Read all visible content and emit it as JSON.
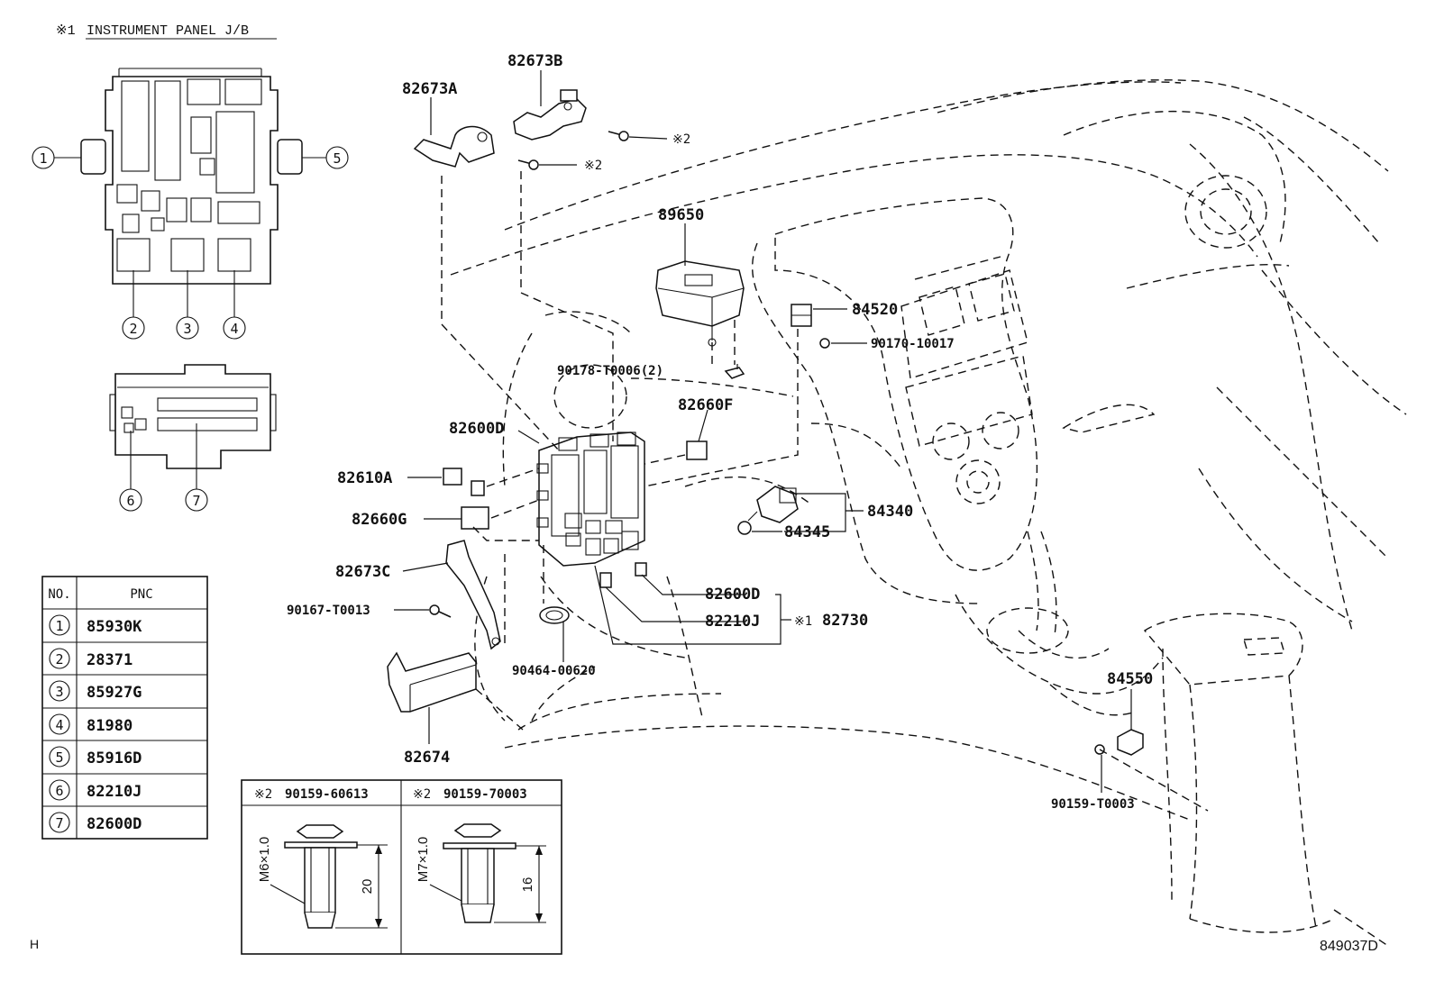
{
  "inset": {
    "note_mark": "※1",
    "title": "INSTRUMENT PANEL J/B",
    "callouts": [
      "1",
      "2",
      "3",
      "4",
      "5",
      "6",
      "7"
    ]
  },
  "table": {
    "headers": [
      "NO.",
      "PNC"
    ],
    "rows": [
      {
        "no": "1",
        "pnc": "85930K"
      },
      {
        "no": "2",
        "pnc": "28371"
      },
      {
        "no": "3",
        "pnc": "85927G"
      },
      {
        "no": "4",
        "pnc": "81980"
      },
      {
        "no": "5",
        "pnc": "85916D"
      },
      {
        "no": "6",
        "pnc": "82210J"
      },
      {
        "no": "7",
        "pnc": "82600D"
      }
    ]
  },
  "bolts": [
    {
      "mark": "※2",
      "part": "90159-60613",
      "thread": "M6×1.0",
      "length": "20"
    },
    {
      "mark": "※2",
      "part": "90159-70003",
      "thread": "M7×1.0",
      "length": "16"
    }
  ],
  "labels": {
    "p82673A": "82673A",
    "p82673B": "82673B",
    "p82673C": "82673C",
    "p82674": "82674",
    "p89650": "89650",
    "p84520": "84520",
    "p90170": "90170-10017",
    "p90178": "90178-T0006(2)",
    "p82600D_top": "82600D",
    "p82660F": "82660F",
    "p82610A": "82610A",
    "p82660G": "82660G",
    "p84340": "84340",
    "p84345": "84345",
    "p82600D_low": "82600D",
    "p82210J": "82210J",
    "p82730_mark": "※1",
    "p82730": "82730",
    "p90167": "90167-T0013",
    "p90464": "90464-00620",
    "p84550": "84550",
    "p90159T": "90159-T0003",
    "mark2a": "※2",
    "mark2b": "※2"
  },
  "footer": {
    "left_code": "H",
    "figure_id": "849037D"
  }
}
